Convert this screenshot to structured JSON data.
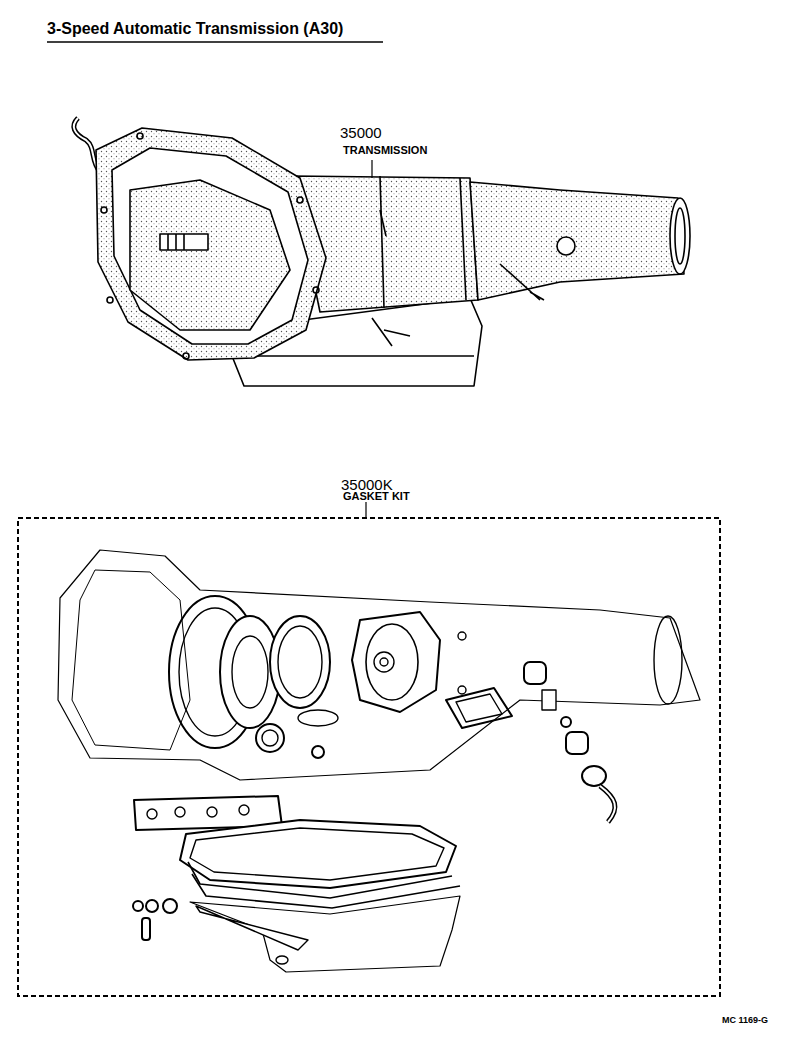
{
  "diagram": {
    "title": "3-Speed Automatic Transmission (A30)",
    "labels": [
      "35000",
      "TRANSMISSION",
      "35000K",
      "GASKET KIT",
      "MC 1169-G"
    ]
  }
}
